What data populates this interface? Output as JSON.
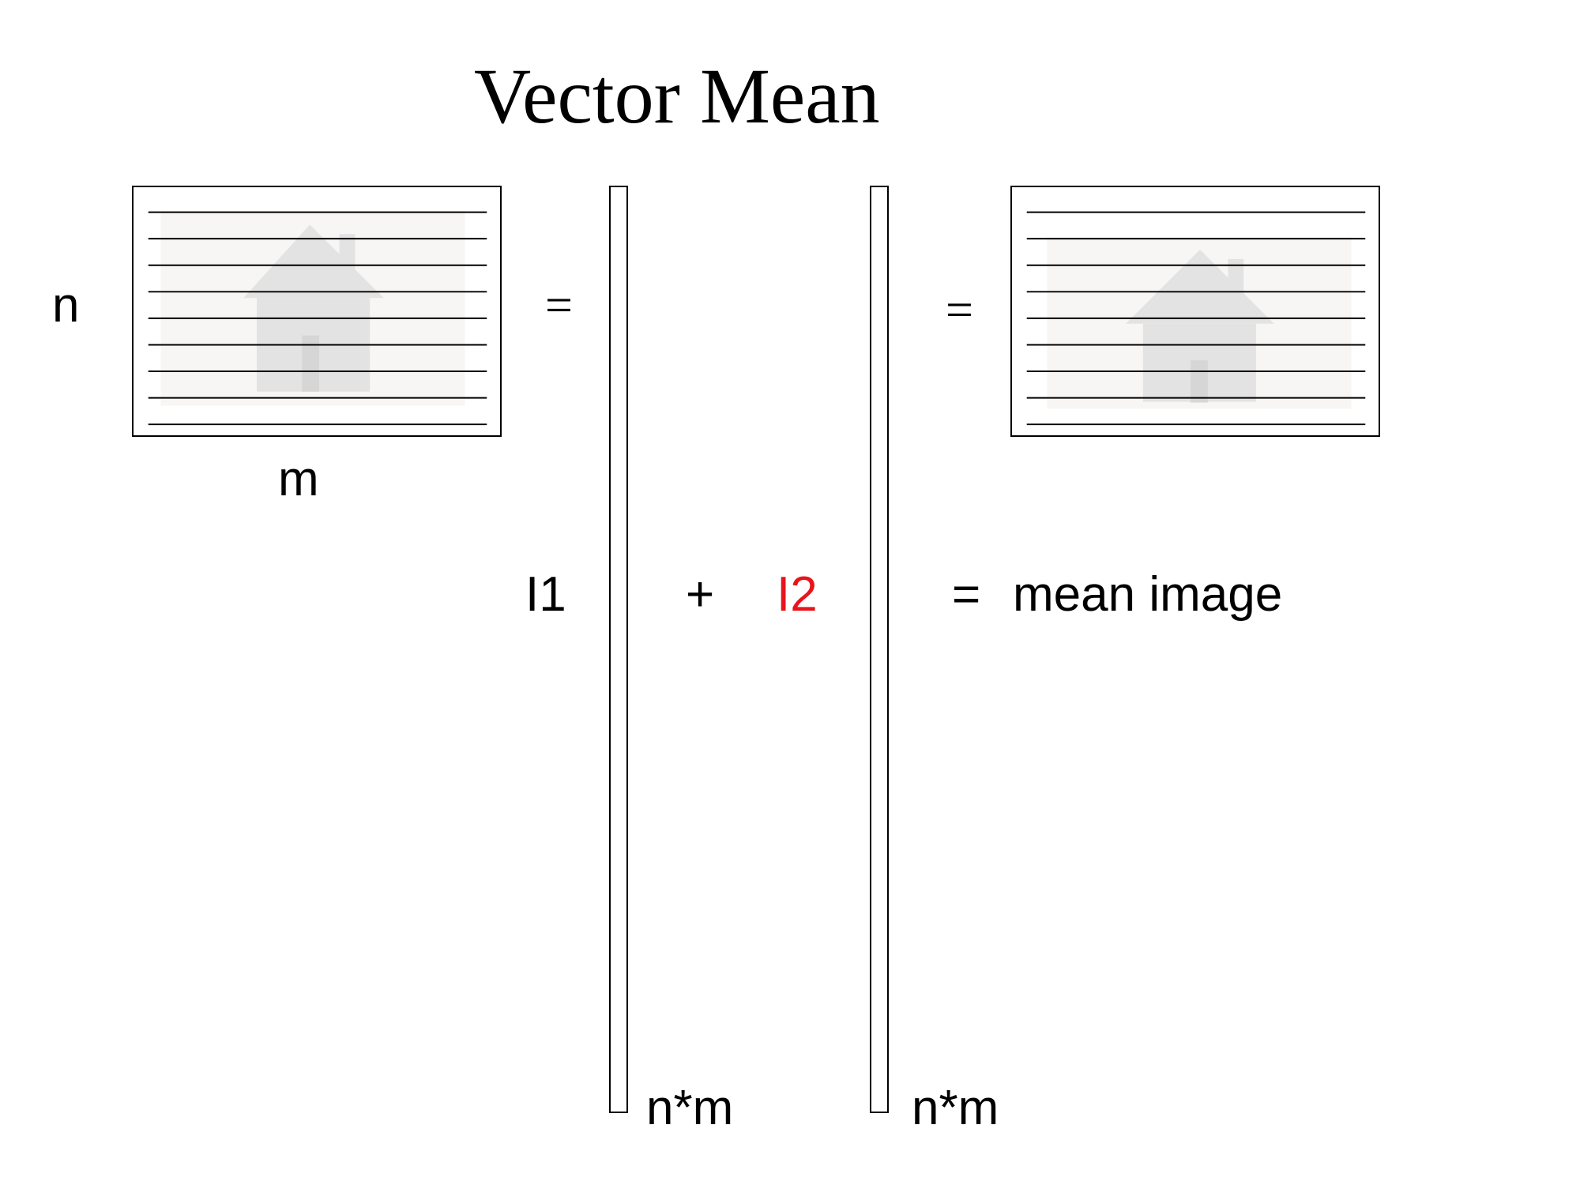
{
  "title": "Vector Mean",
  "left_image": {
    "height_label": "n",
    "width_label": "m",
    "equals": "="
  },
  "right_image": {
    "equals": "="
  },
  "equation": {
    "term1": "I1",
    "plus": "+",
    "term2": "I2",
    "term2_color": "#e8141c",
    "equals": "=",
    "result": "mean image"
  },
  "vectors": {
    "v1_length_label": "n*m",
    "v2_length_label": "n*m"
  }
}
